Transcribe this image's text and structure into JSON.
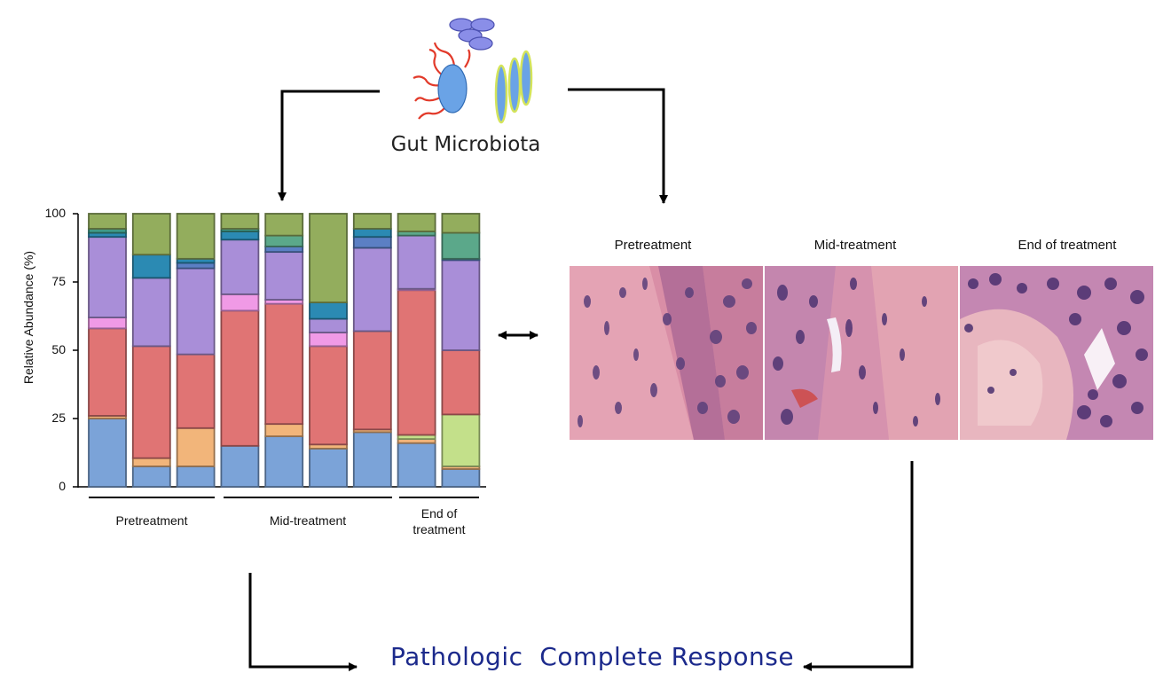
{
  "microbiota": {
    "label": "Gut Microbiota",
    "icon": "microbes-icon"
  },
  "outcome": {
    "label": "Pathologic  Complete Response"
  },
  "histology": {
    "panels": [
      {
        "label": "Pretreatment"
      },
      {
        "label": "Mid-treatment"
      },
      {
        "label": "End of treatment"
      }
    ]
  },
  "chart_data": {
    "type": "bar",
    "stacked": true,
    "title": "",
    "ylabel": "Relative Abundance (%)",
    "xlabel": "",
    "ylim": [
      0,
      100
    ],
    "yticks": [
      0,
      25,
      50,
      75,
      100
    ],
    "groups": [
      {
        "label": "Pretreatment",
        "bars": [
          0,
          1,
          2
        ]
      },
      {
        "label": "Mid-treatment",
        "bars": [
          3,
          4,
          5,
          6
        ]
      },
      {
        "label": "End of treatment",
        "bars": [
          7,
          8
        ]
      }
    ],
    "categories": [
      "",
      "",
      "",
      "",
      "",
      "",
      "",
      "",
      ""
    ],
    "segment_colors": [
      "#7ba3d8",
      "#f2b57a",
      "#c3e08a",
      "#e07474",
      "#f09ae6",
      "#a98ed8",
      "#5b7fc4",
      "#2b8ab3",
      "#5ba88a",
      "#3f9a88",
      "#93ad5d"
    ],
    "series": [
      {
        "values": [
          25,
          7.5,
          7.5,
          15,
          18.5,
          14,
          20,
          16,
          6.5
        ]
      },
      {
        "values": [
          1,
          3,
          14,
          0,
          4.5,
          1.5,
          1,
          1.5,
          1
        ]
      },
      {
        "values": [
          0,
          0,
          0,
          0,
          0,
          0,
          0,
          1.5,
          19
        ]
      },
      {
        "values": [
          32,
          41,
          27,
          49.5,
          44,
          36,
          36,
          53,
          23.5
        ]
      },
      {
        "values": [
          4,
          0,
          0,
          6,
          1.5,
          5,
          0,
          0.5,
          0
        ]
      },
      {
        "values": [
          29.5,
          25,
          31.5,
          20,
          17.5,
          5,
          30.5,
          19.5,
          33
        ]
      },
      {
        "values": [
          0,
          0,
          2,
          0,
          2,
          0,
          4,
          0,
          0.5
        ]
      },
      {
        "values": [
          1.5,
          8.5,
          1.5,
          3,
          0,
          6,
          3,
          0,
          0
        ]
      },
      {
        "values": [
          0,
          0,
          0,
          0,
          4,
          0,
          0,
          1.5,
          9.5
        ]
      },
      {
        "values": [
          1.5,
          0,
          0,
          1,
          0,
          0,
          0,
          0,
          0
        ]
      },
      {
        "values": [
          5.5,
          15,
          16.5,
          5.5,
          8,
          32.5,
          5.5,
          6.5,
          7
        ]
      }
    ]
  }
}
